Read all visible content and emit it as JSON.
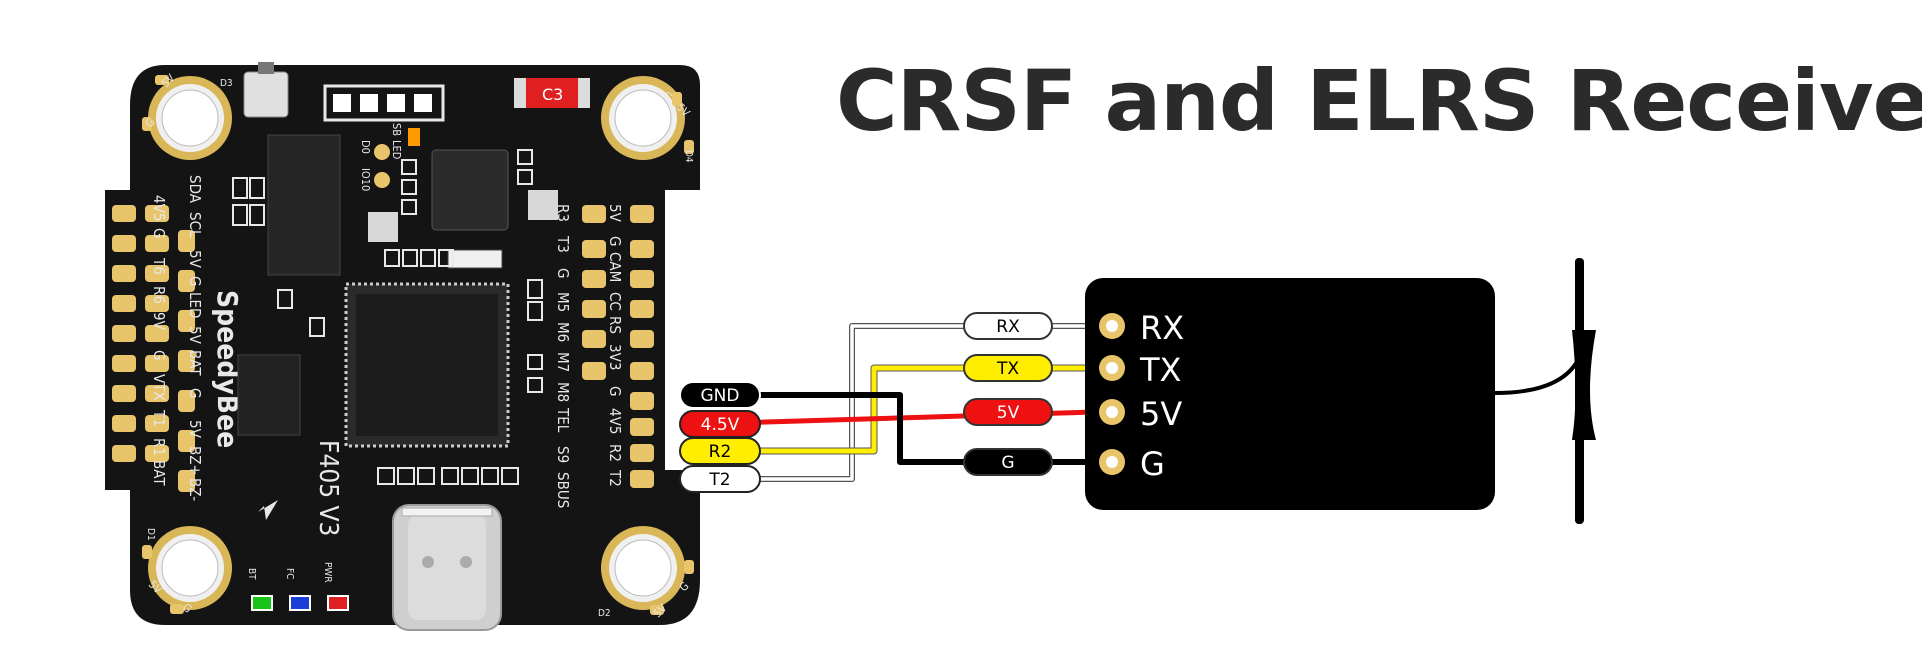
{
  "title": "CRSF and ELRS Receiver",
  "board": {
    "brand": "SpeedyBee",
    "model": "F405 V3",
    "top_silk": [
      "SDA",
      "SCL",
      "5V",
      "G",
      "LED",
      "5V",
      "BAT",
      "G",
      "5V",
      "BZ+",
      "BZ-"
    ],
    "left_silk": [
      "4V5",
      "G",
      "T6",
      "R6",
      "9V",
      "G",
      "VTX",
      "T1",
      "R1",
      "BAT"
    ],
    "right_silk_inner": [
      "R3",
      "T3",
      "G",
      "M5",
      "M6",
      "M7",
      "M8",
      "S9"
    ],
    "right_silk_outer": [
      "5V",
      "G",
      "CAM",
      "CC",
      "RS",
      "3V3",
      "G",
      "4V5",
      "R2",
      "T2"
    ],
    "tel_label": "TEL",
    "sbus_label": "SBUS",
    "corner_labels": [
      "5V",
      "G",
      "D3",
      "G",
      "5V",
      "D4",
      "D1",
      "5V",
      "G",
      "D2",
      "5V",
      "G"
    ],
    "leds": [
      "BT",
      "FC",
      "PWR"
    ],
    "misc_labels": [
      "C3",
      "SB",
      "LED",
      "D0",
      "IO10"
    ]
  },
  "wires_fc": [
    {
      "label": "GND",
      "color": "#000000",
      "text_color": "#ffffff"
    },
    {
      "label": "4.5V",
      "color": "#ee1111",
      "text_color": "#ffffff"
    },
    {
      "label": "R2",
      "color": "#ffee00",
      "text_color": "#000000"
    },
    {
      "label": "T2",
      "color": "#ffffff",
      "text_color": "#000000"
    }
  ],
  "wires_rx": [
    {
      "label": "RX",
      "color": "#ffffff",
      "text_color": "#000000"
    },
    {
      "label": "TX",
      "color": "#ffee00",
      "text_color": "#000000"
    },
    {
      "label": "5V",
      "color": "#ee1111",
      "text_color": "#ffffff"
    },
    {
      "label": "G",
      "color": "#000000",
      "text_color": "#ffffff"
    }
  ],
  "receiver": {
    "pins": [
      "RX",
      "TX",
      "5V",
      "G"
    ]
  },
  "colors": {
    "pcb": "#141414",
    "pad": "#e8c56a",
    "title": "#2b2b2b"
  }
}
